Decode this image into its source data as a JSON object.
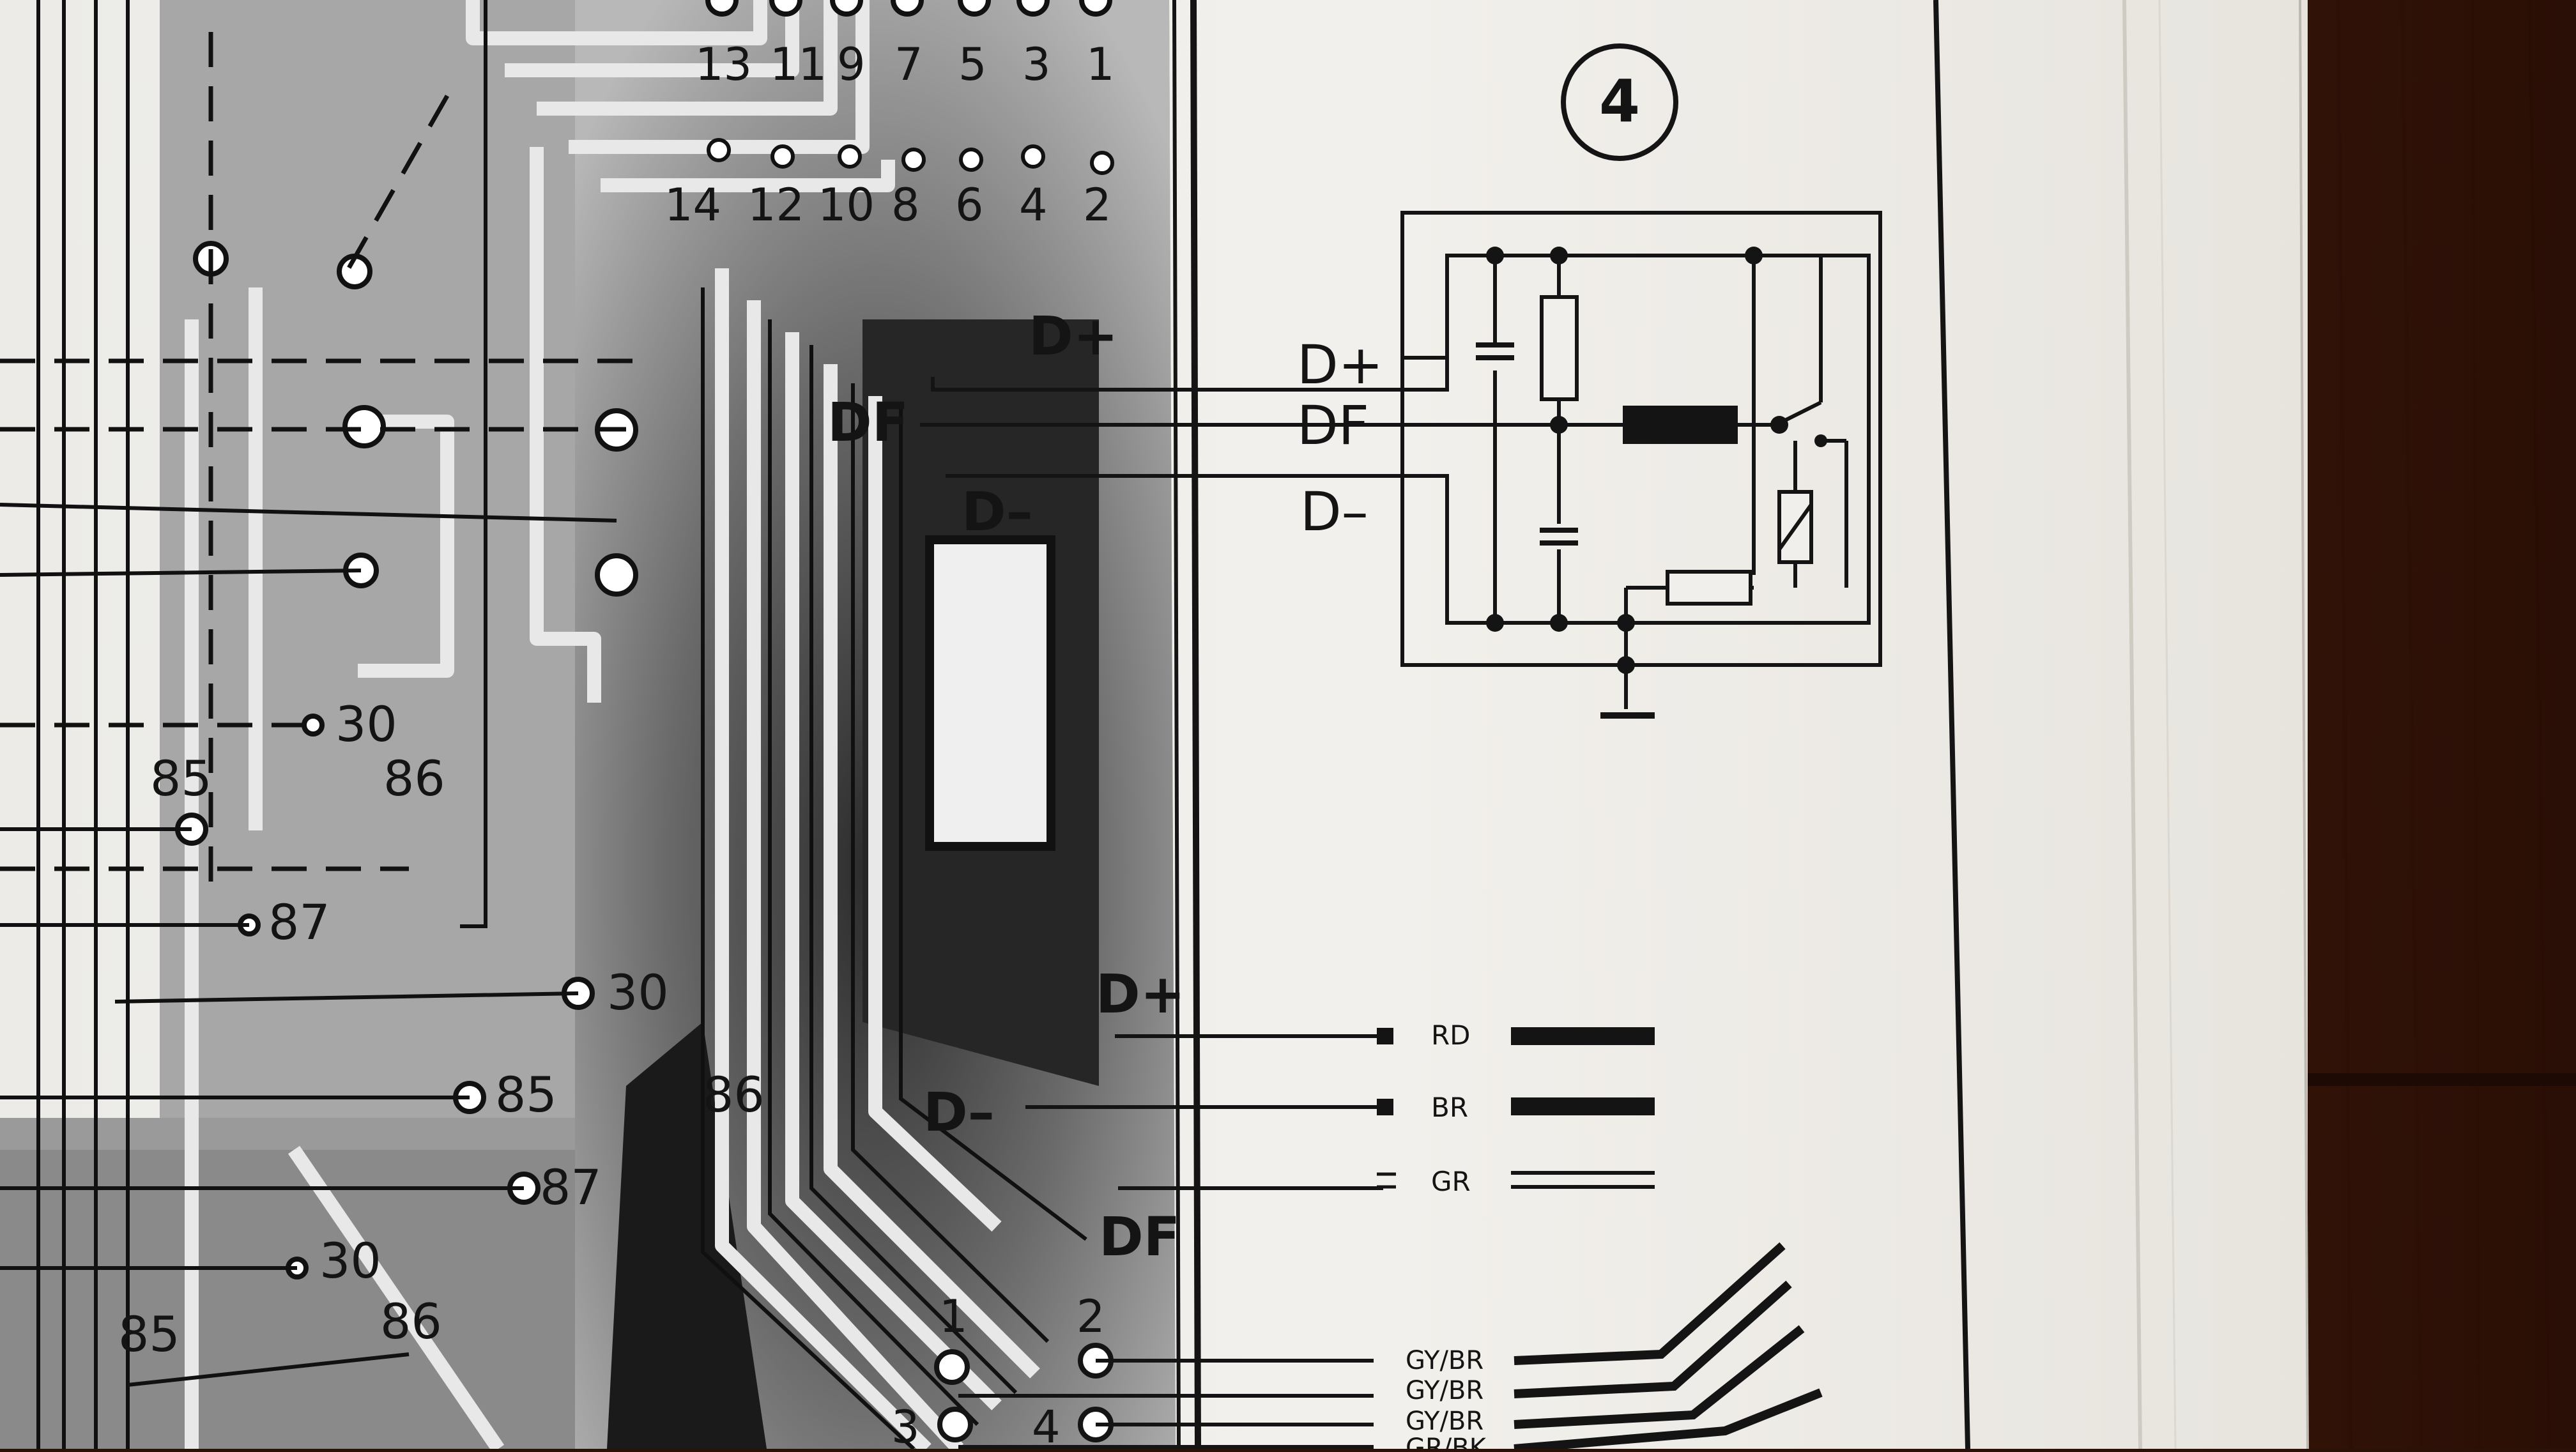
{
  "plug_pins": {
    "top_row": [
      "13",
      "11",
      "9",
      "7",
      "5",
      "3",
      "1"
    ],
    "bottom_row": [
      "14",
      "12",
      "10",
      "8",
      "6",
      "4",
      "2"
    ]
  },
  "relay_labels": {
    "group1": {
      "t30": "30",
      "t85": "85",
      "t86": "86",
      "t87": "87"
    },
    "group2": {
      "t30": "30",
      "t85": "85",
      "t86": "86",
      "t87": "87"
    },
    "group3": {
      "t30": "30",
      "t85": "85",
      "t86": "86"
    }
  },
  "board_labels": {
    "upper_dplus": "D+",
    "upper_df": "DF",
    "upper_dminus": "D–",
    "lower_dplus": "D+",
    "lower_dminus": "D–",
    "lower_df": "DF"
  },
  "inset": {
    "number": "4",
    "dplus": "D+",
    "df": "DF",
    "dminus": "D–"
  },
  "wires": [
    {
      "label": "RD",
      "style": "solid"
    },
    {
      "label": "BR",
      "style": "solid"
    },
    {
      "label": "GR",
      "style": "double"
    }
  ],
  "connector_pins": [
    "1",
    "2",
    "3",
    "4"
  ],
  "harness_labels": [
    "GY/BR",
    "GY/BR",
    "GY/BR",
    "GR/BK"
  ],
  "colors": {
    "paper": "#f1efeb",
    "ink": "#141414",
    "wood": "#4a2110"
  }
}
